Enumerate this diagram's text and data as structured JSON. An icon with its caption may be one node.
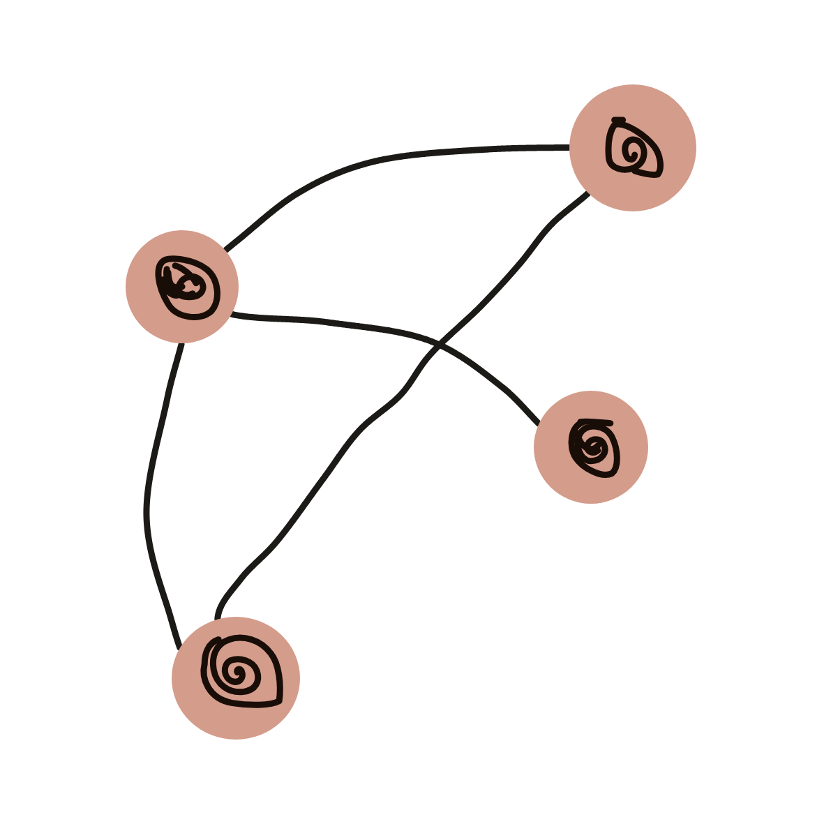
{
  "diagram": {
    "nodes": [
      {
        "text": [],
        "shape": "circle"
      },
      {
        "text": [],
        "shape": "circle"
      },
      {
        "text": [],
        "shape": "circle"
      },
      {
        "text": [],
        "shape": "circle"
      }
    ],
    "edges": [
      {
        "from": 1,
        "to": 0,
        "arrow": "none"
      },
      {
        "from": 0,
        "to": 3,
        "arrow": "none"
      },
      {
        "from": 1,
        "to": 2,
        "arrow": "none"
      },
      {
        "from": 1,
        "to": 3,
        "arrow": "none"
      }
    ]
  }
}
